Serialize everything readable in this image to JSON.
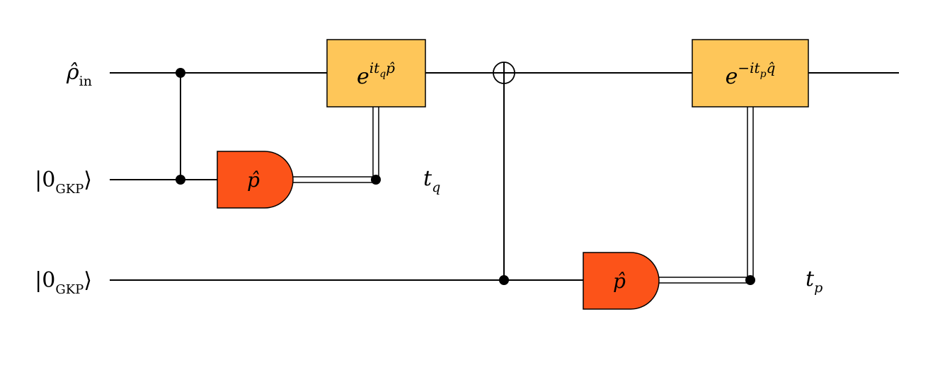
{
  "inputs": {
    "wire1": {
      "base": "ρ̂",
      "sub": "in"
    },
    "wire2": {
      "ket_open": "|",
      "base": "0",
      "sub": "GKP",
      "ket_close": "⟩"
    },
    "wire3": {
      "ket_open": "|",
      "base": "0",
      "sub": "GKP",
      "ket_close": "⟩"
    }
  },
  "gates": {
    "displacement_1": {
      "base": "e",
      "sup_pre": "it",
      "sup_sub": "q",
      "sup_post": "p̂"
    },
    "displacement_2": {
      "base": "e",
      "sup_pre": "−it",
      "sup_sub": "p",
      "sup_post": "q̂"
    },
    "measure_1": {
      "label": "p̂"
    },
    "measure_2": {
      "label": "p̂"
    }
  },
  "outcomes": {
    "t_q": {
      "base": "t",
      "sub": "q"
    },
    "t_p": {
      "base": "t",
      "sub": "p"
    }
  },
  "colors": {
    "unitary_fill": "#FEC659",
    "measure_fill": "#FC5319",
    "wire": "#000000"
  }
}
